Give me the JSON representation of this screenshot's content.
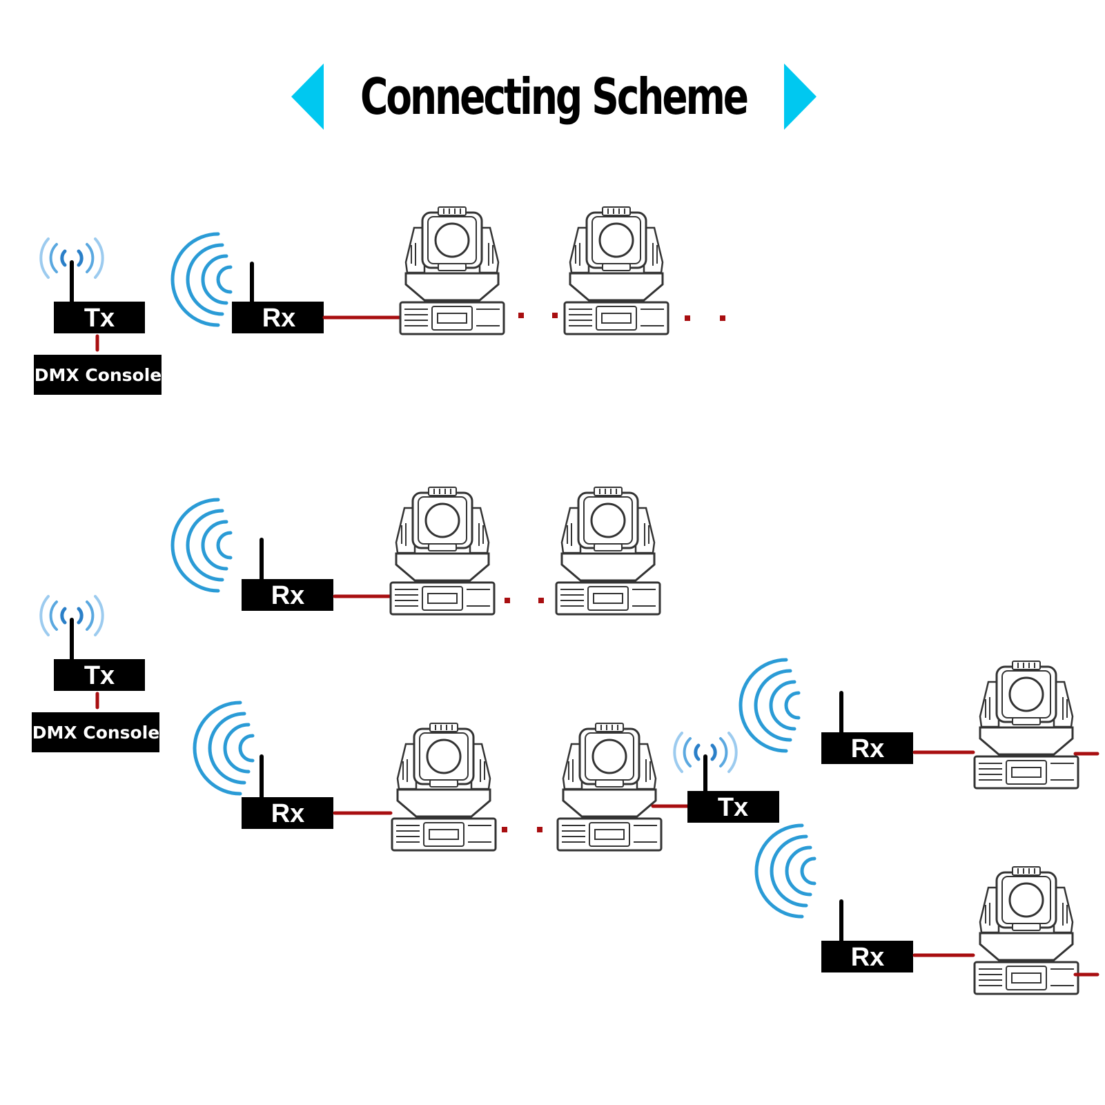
{
  "title": "Connecting Scheme",
  "colors": {
    "accent": "#00c8f0",
    "device_box": "#000000",
    "cable": "#a80e10",
    "wave": "#2a9bd6"
  },
  "labels": {
    "tx": "Tx",
    "rx": "Rx",
    "console": "DMX Console"
  }
}
